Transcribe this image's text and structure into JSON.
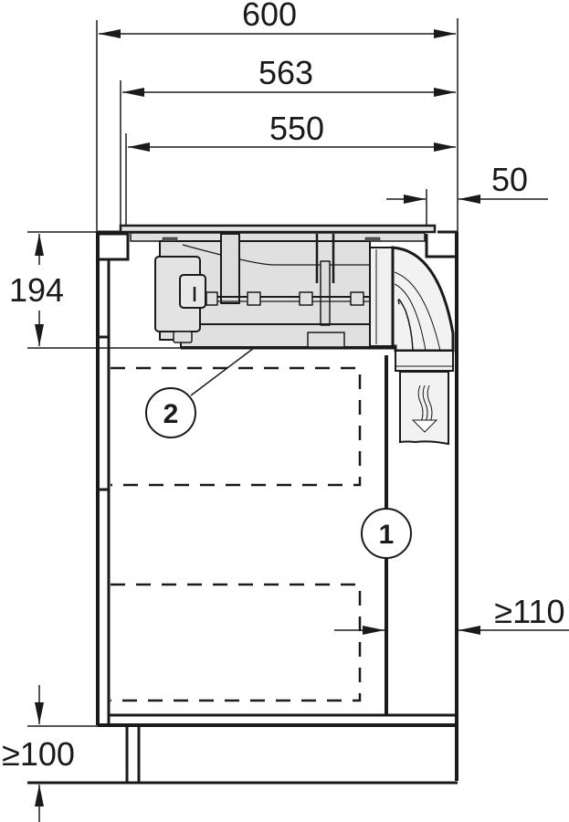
{
  "diagram": {
    "title": "Hob with integrated extractor – cabinet installation (side section)",
    "units": "mm",
    "colors": {
      "line": "#1a1a1a",
      "appliance_fill": "#e0e0e0",
      "duct_fill": "#f2f2f2",
      "background": "#ffffff"
    },
    "dimensions": {
      "width_600": "600",
      "width_563": "563",
      "width_550": "550",
      "offset_50": "50",
      "height_194": "194",
      "gap_110": "≥110",
      "plinth_100": "≥100"
    },
    "callouts": [
      {
        "id": "1",
        "label": "1",
        "refers_to": "cabinet partition / rear panel"
      },
      {
        "id": "2",
        "label": "2",
        "refers_to": "appliance underside / drawer clearance"
      }
    ],
    "components": {
      "hob": "Cooktop glass surface",
      "extractor_unit": "Extractor fan housing",
      "duct_elbow": "90° duct elbow",
      "duct_down": "Exhaust duct (air flow downward)",
      "drawers": [
        "upper drawer (dashed)",
        "lower drawer (dashed)"
      ],
      "plinth": "Plinth / toe-kick"
    }
  }
}
